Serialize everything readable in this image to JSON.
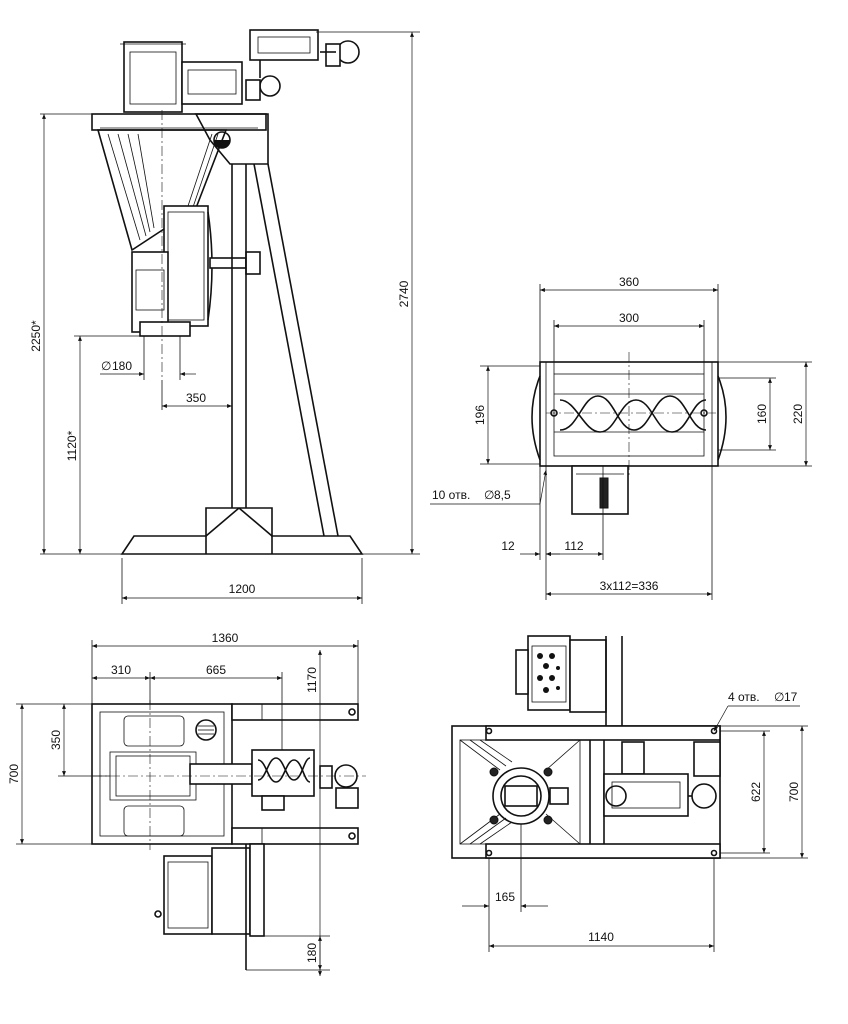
{
  "drawing": {
    "front_view": {
      "dims": {
        "total_height": "2740",
        "height_star": "2250*",
        "outlet_height": "1120*",
        "outlet_diameter": "180",
        "offset": "350",
        "base_width": "1200"
      }
    },
    "side_view": {
      "dims": {
        "width_outer": "360",
        "width_inner": "300",
        "height_left": "196",
        "height_inner": "160",
        "height_outer": "220",
        "holes": "10 отв.",
        "hole_diameter": "8,5",
        "edge": "12",
        "pitch": "112",
        "pitch_total": "3x112=336"
      }
    },
    "top_view": {
      "dims": {
        "total_width": "1360",
        "left_part": "310",
        "mid_part": "665",
        "height_v": "1170",
        "depth": "700",
        "half_depth": "350",
        "bottom": "180"
      }
    },
    "base_view": {
      "dims": {
        "holes": "4 отв.",
        "hole_diameter": "17",
        "inner_depth": "622",
        "outer_depth": "700",
        "offset": "165",
        "length": "1140"
      }
    },
    "symbols": {
      "diameter": "∅"
    }
  }
}
